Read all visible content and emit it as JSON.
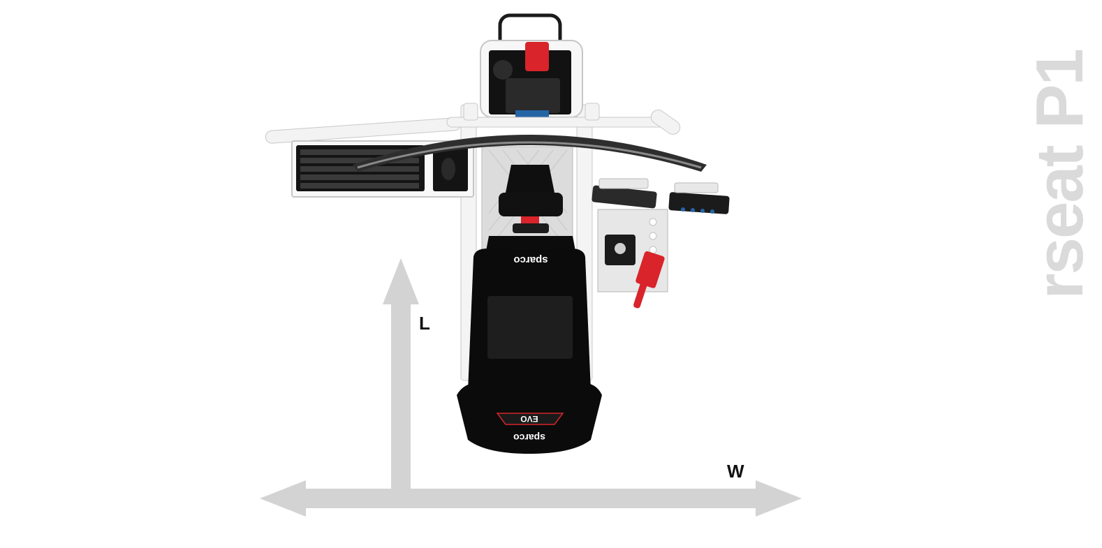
{
  "dimensions": {
    "width_label": "W",
    "length_label": "L"
  },
  "branding": {
    "product_name": "rseat P1",
    "seat_brand": "sparco",
    "seat_model": "EVO"
  },
  "colors": {
    "arrow": "#d3d3d3",
    "frame": "#f2f2f2",
    "seat": "#0b0b0b",
    "accent_red": "#d8242a",
    "brand_text": "#dadada"
  }
}
